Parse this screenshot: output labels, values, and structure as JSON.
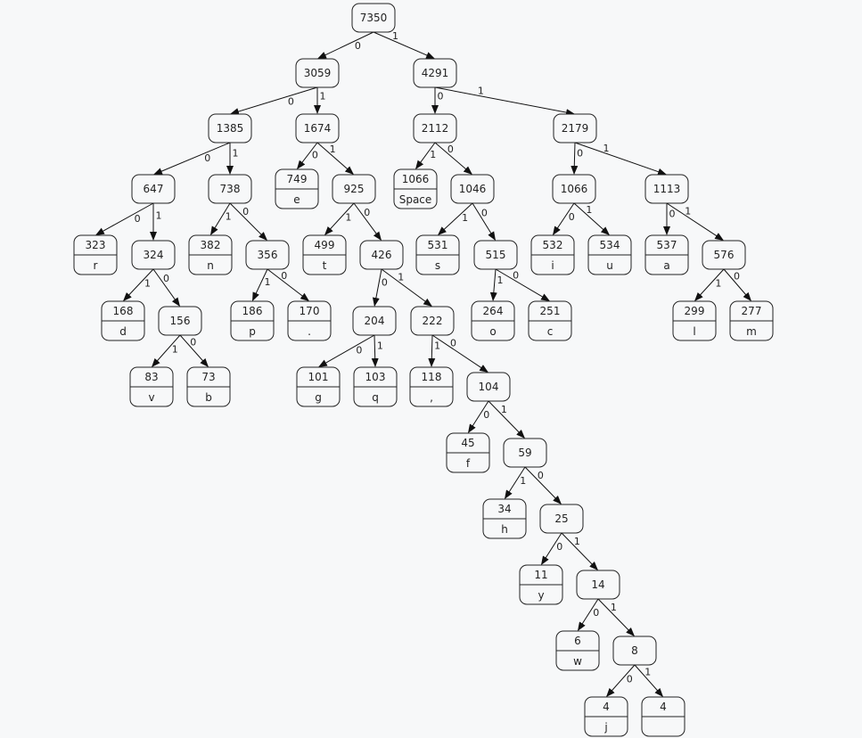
{
  "diagram": {
    "nodes": [
      {
        "id": "n7350",
        "value": "7350"
      },
      {
        "id": "n3059",
        "value": "3059"
      },
      {
        "id": "n4291",
        "value": "4291"
      },
      {
        "id": "n1385",
        "value": "1385"
      },
      {
        "id": "n1674",
        "value": "1674"
      },
      {
        "id": "n2112",
        "value": "2112"
      },
      {
        "id": "n2179",
        "value": "2179"
      },
      {
        "id": "n647",
        "value": "647"
      },
      {
        "id": "n738",
        "value": "738"
      },
      {
        "id": "n749",
        "value": "749",
        "symbol": "e"
      },
      {
        "id": "n925",
        "value": "925"
      },
      {
        "id": "n1066s",
        "value": "1066",
        "symbol": "Space"
      },
      {
        "id": "n1046",
        "value": "1046"
      },
      {
        "id": "n1066",
        "value": "1066"
      },
      {
        "id": "n1113",
        "value": "1113"
      },
      {
        "id": "n323",
        "value": "323",
        "symbol": "r"
      },
      {
        "id": "n324",
        "value": "324"
      },
      {
        "id": "n382",
        "value": "382",
        "symbol": "n"
      },
      {
        "id": "n356",
        "value": "356"
      },
      {
        "id": "n499",
        "value": "499",
        "symbol": "t"
      },
      {
        "id": "n426",
        "value": "426"
      },
      {
        "id": "n531",
        "value": "531",
        "symbol": "s"
      },
      {
        "id": "n515",
        "value": "515"
      },
      {
        "id": "n532",
        "value": "532",
        "symbol": "i"
      },
      {
        "id": "n534",
        "value": "534",
        "symbol": "u"
      },
      {
        "id": "n537",
        "value": "537",
        "symbol": "a"
      },
      {
        "id": "n576",
        "value": "576"
      },
      {
        "id": "n168",
        "value": "168",
        "symbol": "d"
      },
      {
        "id": "n156",
        "value": "156"
      },
      {
        "id": "n186",
        "value": "186",
        "symbol": "p"
      },
      {
        "id": "n170",
        "value": "170",
        "symbol": "."
      },
      {
        "id": "n204",
        "value": "204"
      },
      {
        "id": "n222",
        "value": "222"
      },
      {
        "id": "n264",
        "value": "264",
        "symbol": "o"
      },
      {
        "id": "n251",
        "value": "251",
        "symbol": "c"
      },
      {
        "id": "n299",
        "value": "299",
        "symbol": "l"
      },
      {
        "id": "n277",
        "value": "277",
        "symbol": "m"
      },
      {
        "id": "n83",
        "value": "83",
        "symbol": "v"
      },
      {
        "id": "n73",
        "value": "73",
        "symbol": "b"
      },
      {
        "id": "n101",
        "value": "101",
        "symbol": "g"
      },
      {
        "id": "n103",
        "value": "103",
        "symbol": "q"
      },
      {
        "id": "n118",
        "value": "118",
        "symbol": ","
      },
      {
        "id": "n104",
        "value": "104"
      },
      {
        "id": "n45",
        "value": "45",
        "symbol": "f"
      },
      {
        "id": "n59",
        "value": "59"
      },
      {
        "id": "n34",
        "value": "34",
        "symbol": "h"
      },
      {
        "id": "n25",
        "value": "25"
      },
      {
        "id": "n11",
        "value": "11",
        "symbol": "y"
      },
      {
        "id": "n14",
        "value": "14"
      },
      {
        "id": "n6",
        "value": "6",
        "symbol": "w"
      },
      {
        "id": "n8",
        "value": "8"
      },
      {
        "id": "n4j",
        "value": "4",
        "symbol": "j"
      },
      {
        "id": "n4",
        "value": "4",
        "symbol": ""
      }
    ],
    "edges": [
      {
        "from": "n7350",
        "to": "n3059",
        "label": "0"
      },
      {
        "from": "n7350",
        "to": "n4291",
        "label": "1"
      },
      {
        "from": "n3059",
        "to": "n1385",
        "label": "0"
      },
      {
        "from": "n3059",
        "to": "n1674",
        "label": "1"
      },
      {
        "from": "n4291",
        "to": "n2112",
        "label": "0"
      },
      {
        "from": "n4291",
        "to": "n2179",
        "label": "1"
      },
      {
        "from": "n1385",
        "to": "n647",
        "label": "0"
      },
      {
        "from": "n1385",
        "to": "n738",
        "label": "1"
      },
      {
        "from": "n1674",
        "to": "n749",
        "label": "0"
      },
      {
        "from": "n1674",
        "to": "n925",
        "label": "1"
      },
      {
        "from": "n2112",
        "to": "n1066s",
        "label": "1"
      },
      {
        "from": "n2112",
        "to": "n1046",
        "label": "0"
      },
      {
        "from": "n2179",
        "to": "n1066",
        "label": "0"
      },
      {
        "from": "n2179",
        "to": "n1113",
        "label": "1"
      },
      {
        "from": "n647",
        "to": "n323",
        "label": "0"
      },
      {
        "from": "n647",
        "to": "n324",
        "label": "1"
      },
      {
        "from": "n738",
        "to": "n382",
        "label": "1"
      },
      {
        "from": "n738",
        "to": "n356",
        "label": "0"
      },
      {
        "from": "n925",
        "to": "n499",
        "label": "1"
      },
      {
        "from": "n925",
        "to": "n426",
        "label": "0"
      },
      {
        "from": "n1046",
        "to": "n531",
        "label": "1"
      },
      {
        "from": "n1046",
        "to": "n515",
        "label": "0"
      },
      {
        "from": "n1066",
        "to": "n532",
        "label": "0"
      },
      {
        "from": "n1066",
        "to": "n534",
        "label": "1"
      },
      {
        "from": "n1113",
        "to": "n537",
        "label": "0"
      },
      {
        "from": "n1113",
        "to": "n576",
        "label": "1"
      },
      {
        "from": "n324",
        "to": "n168",
        "label": "1"
      },
      {
        "from": "n324",
        "to": "n156",
        "label": "0"
      },
      {
        "from": "n356",
        "to": "n186",
        "label": "1"
      },
      {
        "from": "n356",
        "to": "n170",
        "label": "0"
      },
      {
        "from": "n426",
        "to": "n204",
        "label": "0"
      },
      {
        "from": "n426",
        "to": "n222",
        "label": "1"
      },
      {
        "from": "n515",
        "to": "n264",
        "label": "1"
      },
      {
        "from": "n515",
        "to": "n251",
        "label": "0"
      },
      {
        "from": "n576",
        "to": "n299",
        "label": "1"
      },
      {
        "from": "n576",
        "to": "n277",
        "label": "0"
      },
      {
        "from": "n156",
        "to": "n83",
        "label": "1"
      },
      {
        "from": "n156",
        "to": "n73",
        "label": "0"
      },
      {
        "from": "n204",
        "to": "n101",
        "label": "0"
      },
      {
        "from": "n204",
        "to": "n103",
        "label": "1"
      },
      {
        "from": "n222",
        "to": "n118",
        "label": "1"
      },
      {
        "from": "n222",
        "to": "n104",
        "label": "0"
      },
      {
        "from": "n104",
        "to": "n45",
        "label": "0"
      },
      {
        "from": "n104",
        "to": "n59",
        "label": "1"
      },
      {
        "from": "n59",
        "to": "n34",
        "label": "1"
      },
      {
        "from": "n59",
        "to": "n25",
        "label": "0"
      },
      {
        "from": "n25",
        "to": "n11",
        "label": "0"
      },
      {
        "from": "n25",
        "to": "n14",
        "label": "1"
      },
      {
        "from": "n14",
        "to": "n6",
        "label": "0"
      },
      {
        "from": "n14",
        "to": "n8",
        "label": "1"
      },
      {
        "from": "n8",
        "to": "n4j",
        "label": "0"
      },
      {
        "from": "n8",
        "to": "n4",
        "label": "1"
      }
    ]
  }
}
